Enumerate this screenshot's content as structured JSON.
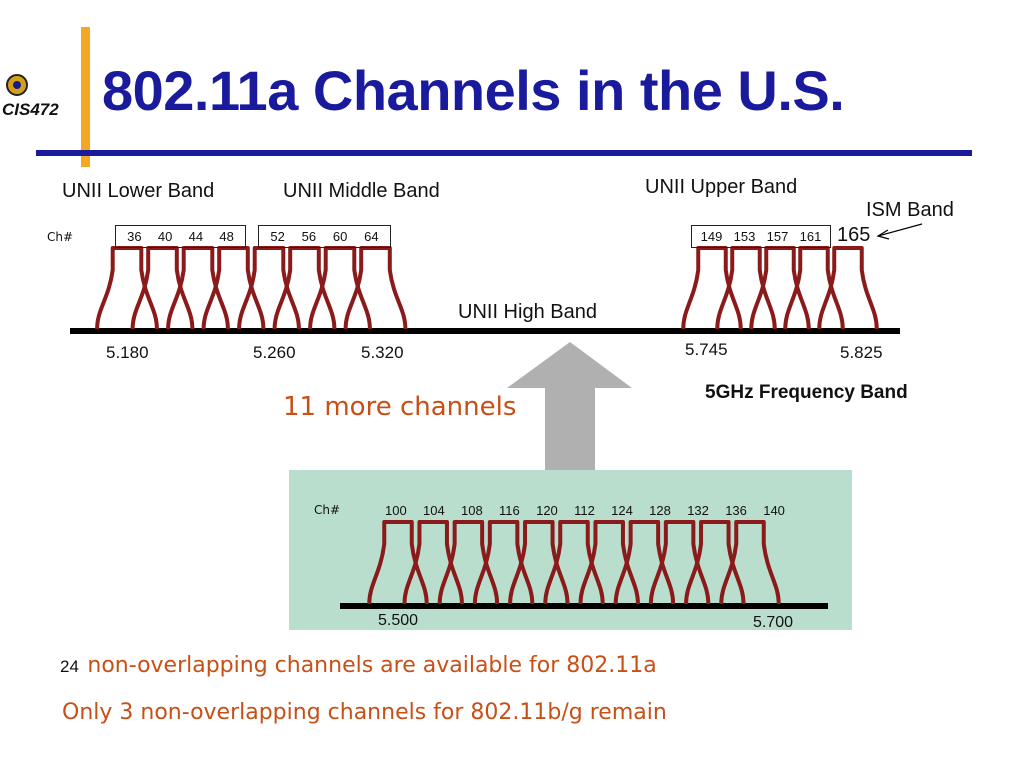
{
  "slide": {
    "logo_text": "CIS472",
    "title": "802.11a Channels in the U.S.",
    "page_number": "24"
  },
  "colors": {
    "title": "#1a1a9c",
    "accent_bar": "#f5a623",
    "mask_curve": "#8b1a1a",
    "highlight_text": "#c84f16",
    "inset_background": "#b9dece",
    "arrow": "#b0b0b0"
  },
  "upper_diagram": {
    "bands": {
      "lower": "UNII Lower Band",
      "middle": "UNII Middle Band",
      "upper": "UNII Upper Band",
      "ism": "ISM Band",
      "high": "UNII High Band"
    },
    "channel_label": "Ch#",
    "lower_channels": [
      "36",
      "40",
      "44",
      "48"
    ],
    "middle_channels": [
      "52",
      "56",
      "60",
      "64"
    ],
    "upper_channels": [
      "149",
      "153",
      "157",
      "161"
    ],
    "ism_channel": "165",
    "frequencies": {
      "f1": "5.180",
      "f2": "5.260",
      "f3": "5.320",
      "f4": "5.745",
      "f5": "5.825"
    },
    "axis_caption": "5GHz Frequency Band"
  },
  "callout": "11 more channels",
  "inset_diagram": {
    "channel_label": "Ch#",
    "channels": [
      "100",
      "104",
      "108",
      "116",
      "120",
      "112",
      "124",
      "128",
      "132",
      "136",
      "140"
    ],
    "frequencies": {
      "start": "5.500",
      "end": "5.700"
    }
  },
  "footer": {
    "line1": "non-overlapping channels are available for 802.11a",
    "line2": "Only 3 non-overlapping channels for 802.11b/g remain"
  }
}
